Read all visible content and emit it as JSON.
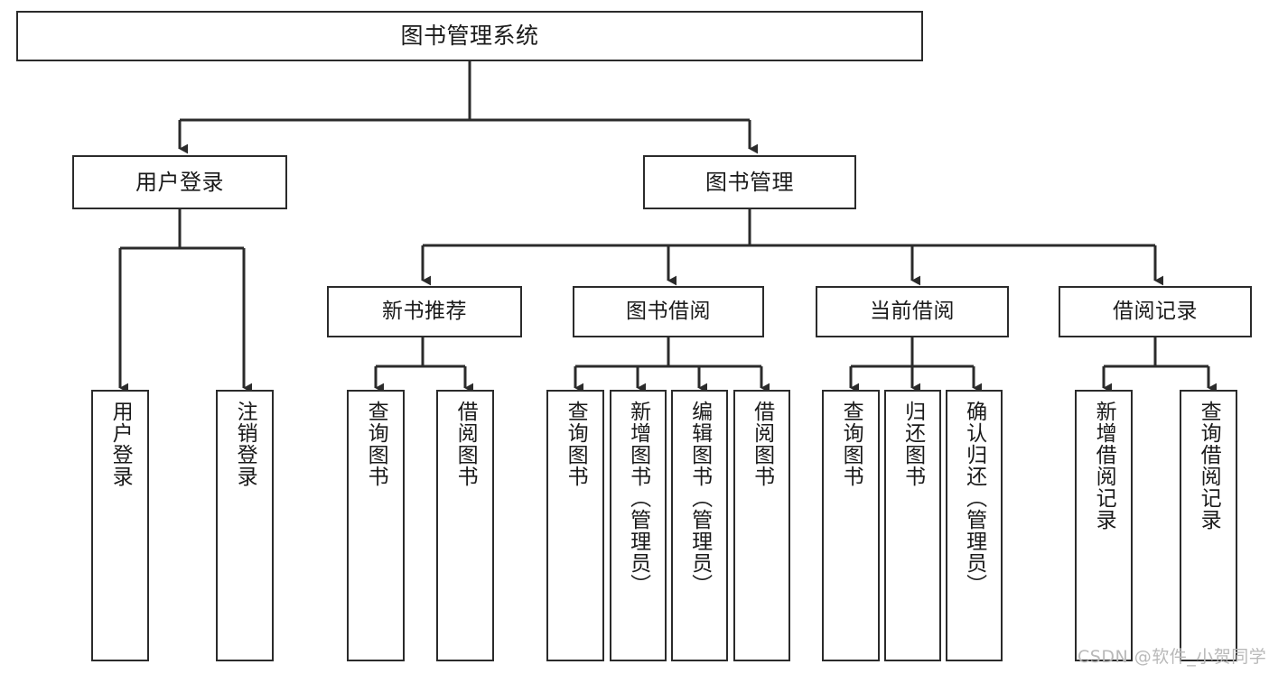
{
  "diagram": {
    "title": "图书管理系统",
    "type": "hierarchy-tree",
    "root": {
      "label": "图书管理系统"
    },
    "level1": [
      {
        "label": "用户登录"
      },
      {
        "label": "图书管理"
      }
    ],
    "level2": [
      {
        "label": "新书推荐"
      },
      {
        "label": "图书借阅"
      },
      {
        "label": "当前借阅"
      },
      {
        "label": "借阅记录"
      }
    ],
    "leaves": [
      {
        "label": "用户登录"
      },
      {
        "label": "注销登录"
      },
      {
        "label": "查询图书"
      },
      {
        "label": "借阅图书"
      },
      {
        "label": "查询图书"
      },
      {
        "label": "新增图书（管理员）"
      },
      {
        "label": "编辑图书（管理员）"
      },
      {
        "label": "借阅图书"
      },
      {
        "label": "查询图书"
      },
      {
        "label": "归还图书"
      },
      {
        "label": "确认归还（管理员）"
      },
      {
        "label": "新增借阅记录"
      },
      {
        "label": "查询借阅记录"
      }
    ]
  },
  "watermark": {
    "text": "CSDN @软件_小贺同学"
  },
  "colors": {
    "stroke": "#2b2b2b",
    "box_fill": "#ffffff",
    "text": "#1a1a1a",
    "watermark": "#b9b9b9",
    "background": "#ffffff"
  }
}
